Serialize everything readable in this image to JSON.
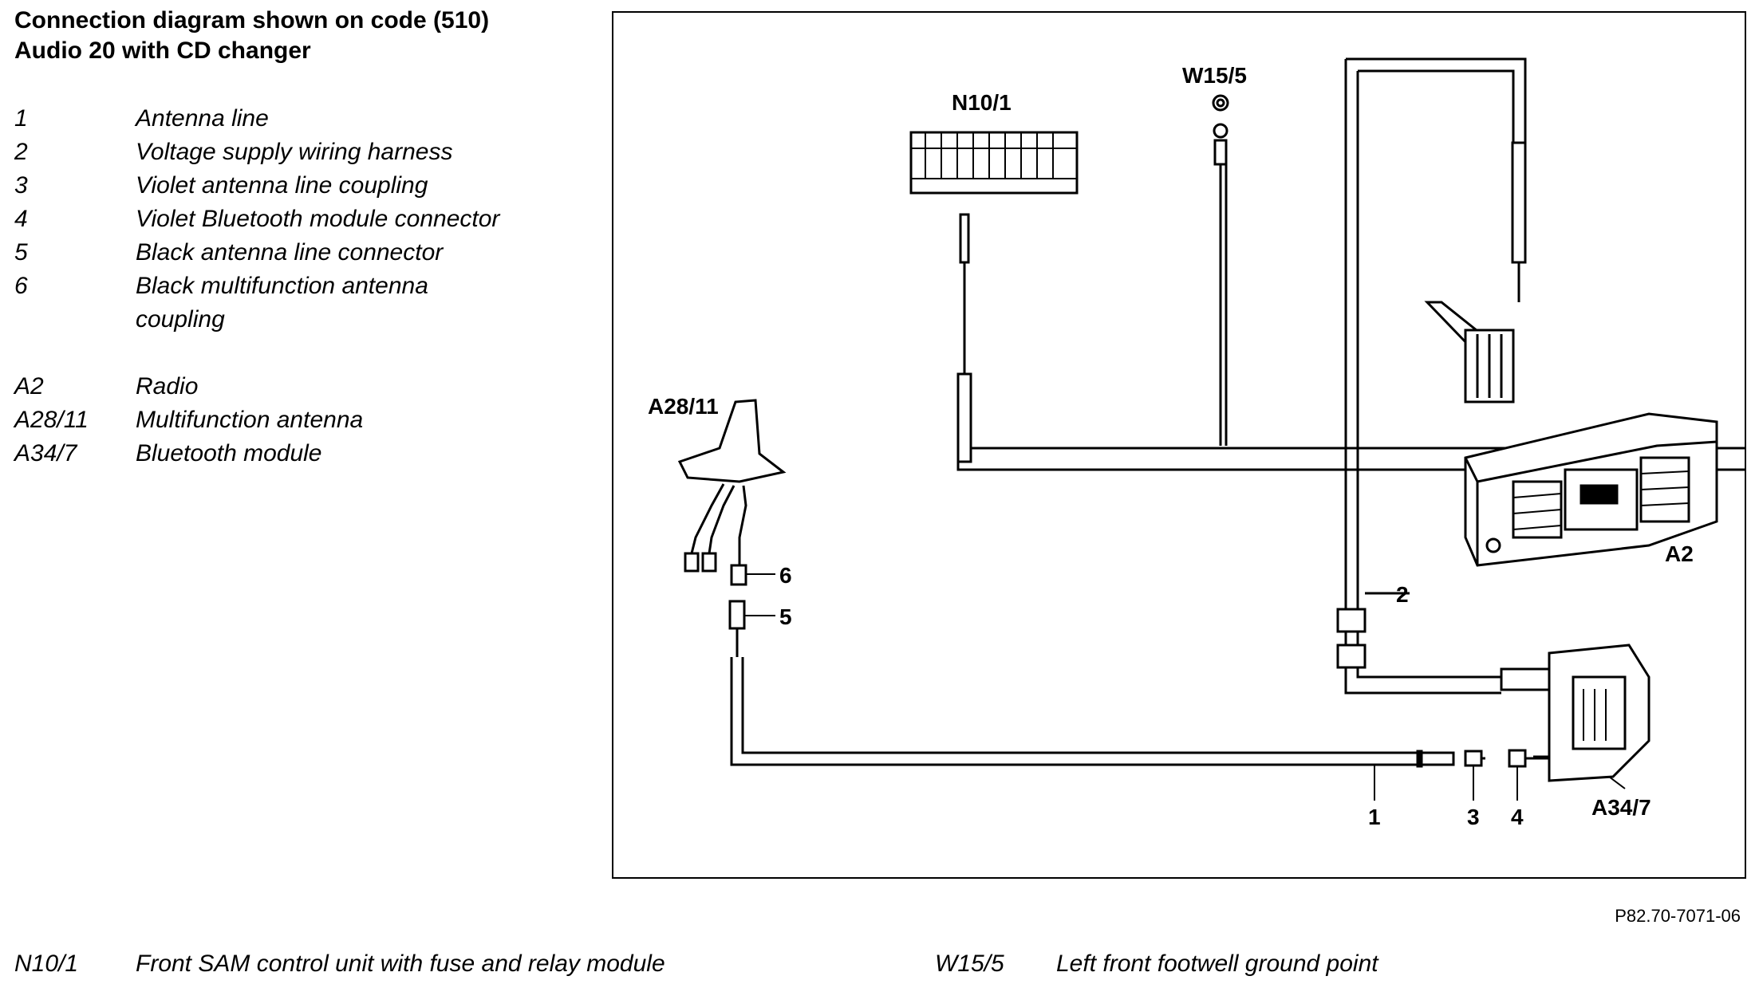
{
  "title": {
    "line1": "Connection diagram shown on code (510)",
    "line2": "Audio 20 with CD changer"
  },
  "legend": [
    {
      "code": "1",
      "desc": "Antenna line"
    },
    {
      "code": "2",
      "desc": "Voltage supply wiring harness"
    },
    {
      "code": "3",
      "desc": "Violet antenna line coupling"
    },
    {
      "code": "4",
      "desc": "Violet Bluetooth module connector"
    },
    {
      "code": "5",
      "desc": "Black antenna line connector"
    },
    {
      "code": "6",
      "desc": "Black multifunction antenna coupling"
    },
    {
      "code": "A2",
      "desc": "Radio"
    },
    {
      "code": "A28/11",
      "desc": "Multifunction antenna"
    },
    {
      "code": "A34/7",
      "desc": "Bluetooth module"
    }
  ],
  "diagram": {
    "labels": {
      "n10_1": "N10/1",
      "w15_5": "W15/5",
      "a28_11": "A28/11",
      "a2": "A2",
      "a34_7": "A34/7",
      "c1": "1",
      "c2": "2",
      "c3": "3",
      "c4": "4",
      "c5": "5",
      "c6": "6"
    }
  },
  "reference": "P82.70-7071-06",
  "footer": [
    {
      "code": "N10/1",
      "desc": "Front SAM control unit with fuse and relay module"
    },
    {
      "code": "W15/5",
      "desc": "Left front footwell ground point"
    }
  ]
}
